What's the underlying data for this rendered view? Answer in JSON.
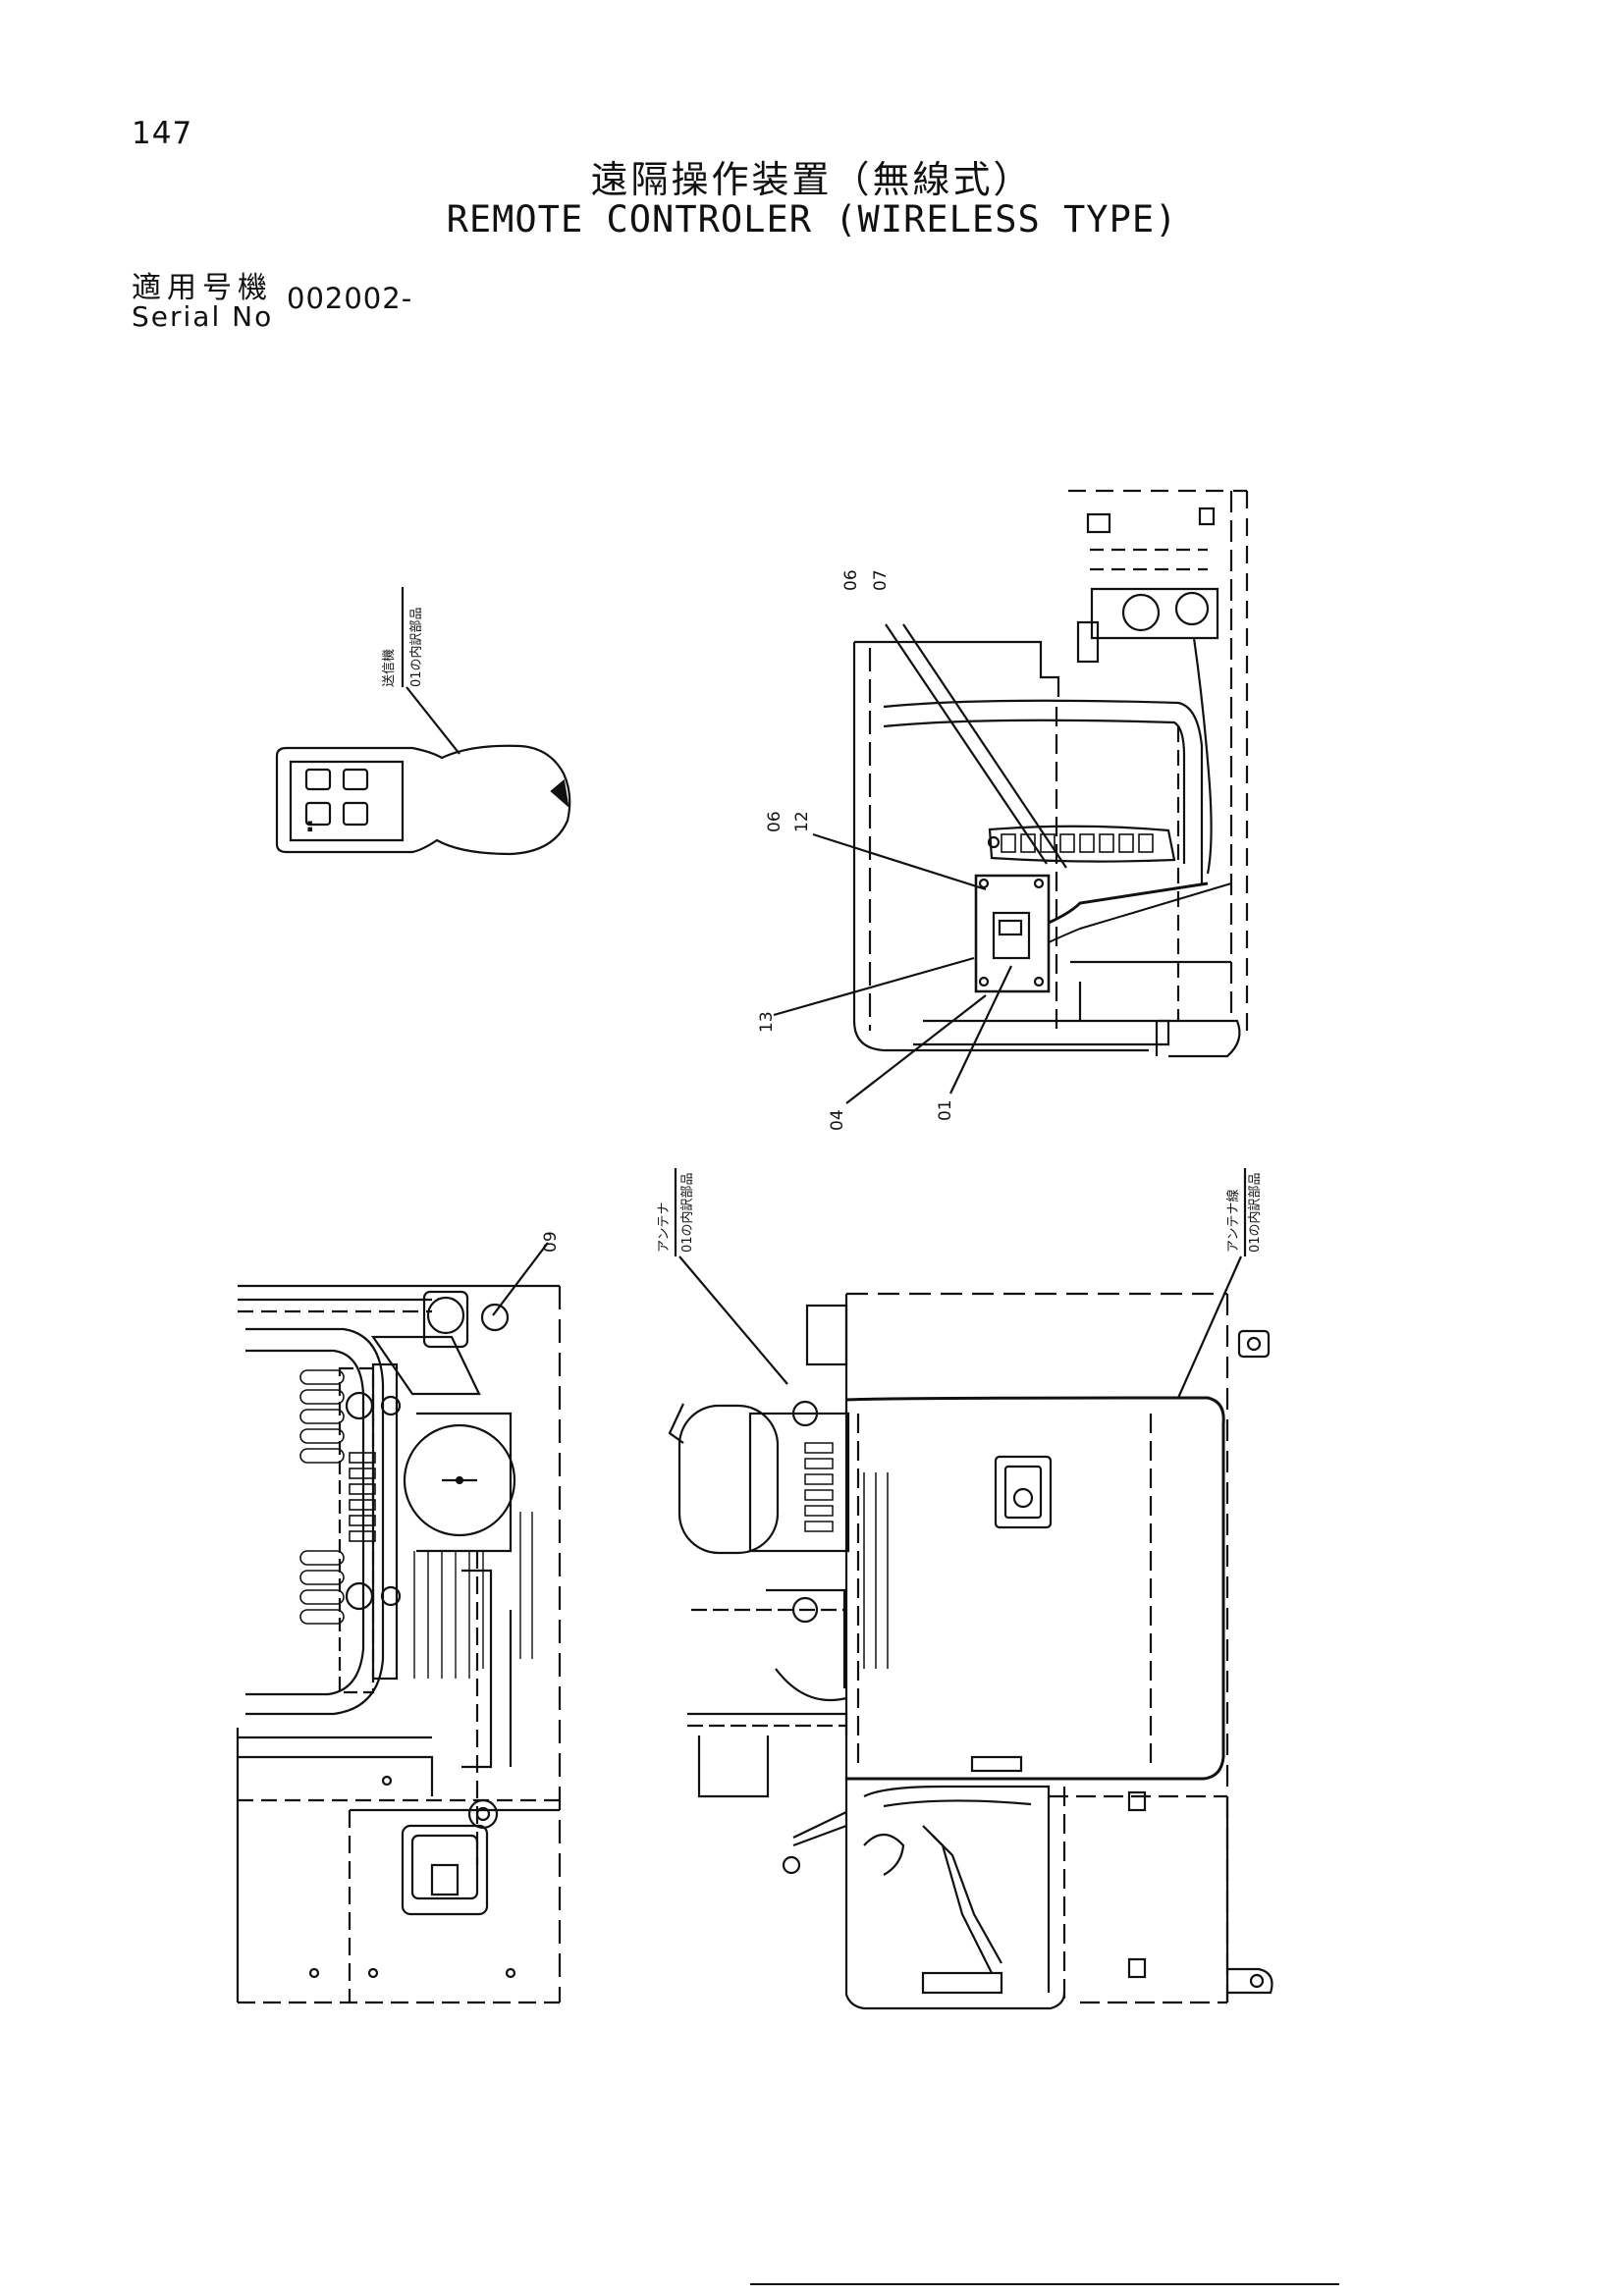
{
  "page": {
    "number": "147"
  },
  "title": {
    "japanese": "遠隔操作装置（無線式）",
    "english": "REMOTE CONTROLER (WIRELESS TYPE)"
  },
  "serial": {
    "label_japanese": "適用号機",
    "label_english": "Serial No",
    "value": "002002-"
  },
  "callouts": {
    "transmitter": {
      "line1": "送信機",
      "line2": "01の内訳部品"
    },
    "antenna_left": {
      "line1": "アンテナ",
      "line2": "01の内訳部品"
    },
    "antenna_right": {
      "line1": "アンテナ線",
      "line2": "01の内訳部品"
    }
  },
  "part_numbers": {
    "p06a": "06",
    "p07": "07",
    "p06b": "06",
    "p12": "12",
    "p13": "13",
    "p04": "04",
    "p01": "01",
    "p09": "09"
  },
  "transmitter_buttons": [
    "",
    "",
    "",
    ""
  ],
  "colors": {
    "ink": "#111111",
    "paper": "#ffffff"
  }
}
